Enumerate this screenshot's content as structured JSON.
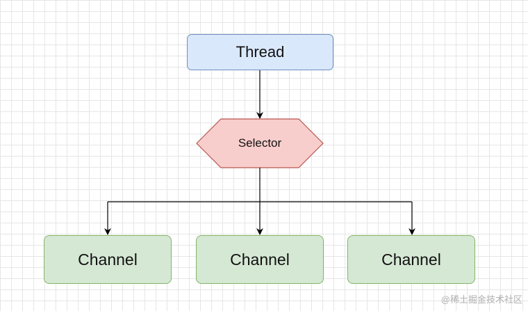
{
  "diagram": {
    "nodes": {
      "thread": "Thread",
      "selector": "Selector",
      "channel_1": "Channel",
      "channel_2": "Channel",
      "channel_3": "Channel"
    },
    "colors": {
      "thread_fill": "#dae8fc",
      "thread_stroke": "#6c8ebf",
      "selector_fill": "#f8cecc",
      "selector_stroke": "#b85450",
      "channel_fill": "#d5e8d4",
      "channel_stroke": "#82b366",
      "edge": "#000000"
    }
  },
  "watermark": "@稀土掘金技术社区"
}
